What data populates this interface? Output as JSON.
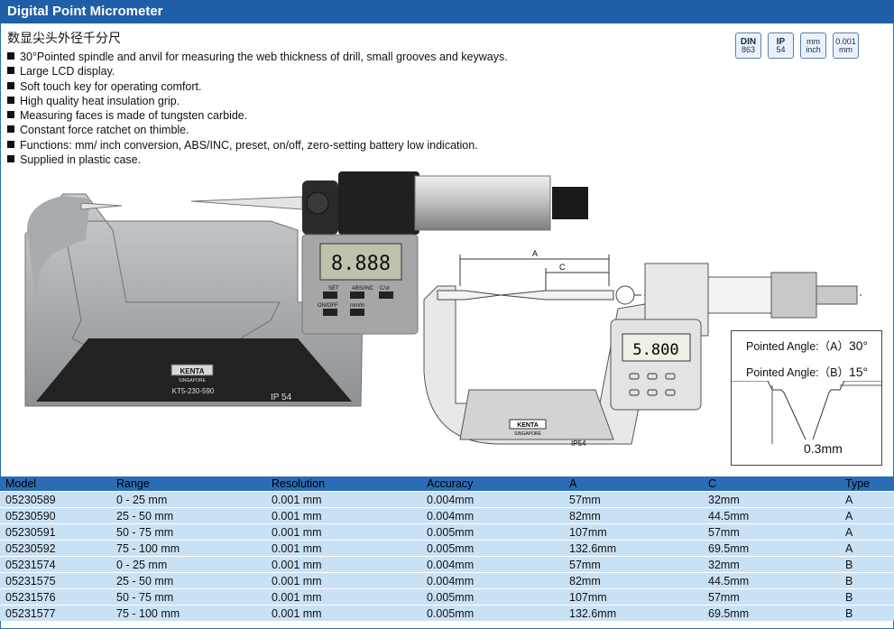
{
  "header": {
    "title": "Digital Point Micrometer",
    "subtitle_cn": "数显尖头外径千分尺"
  },
  "features": [
    "30°Pointed spindle and anvil for measuring the web thickness of drill, small grooves and keyways.",
    "Large LCD display.",
    "Soft touch key for operating comfort.",
    "High quality heat insulation grip.",
    "Measuring faces is made of tungsten carbide.",
    "Constant force ratchet on thimble.",
    "Functions: mm/ inch conversion, ABS/INC, preset, on/off, zero-setting battery low indication.",
    "Supplied in plastic case."
  ],
  "badges": [
    {
      "icon": "din-863-icon",
      "line1": "DIN",
      "line2": "863"
    },
    {
      "icon": "ip54-icon",
      "line1": "IP",
      "line2": "54"
    },
    {
      "icon": "mm-inch-icon",
      "line1": "mm",
      "line2": "inch"
    },
    {
      "icon": "resolution-icon",
      "line1": "0.001",
      "line2": "mm"
    }
  ],
  "photo": {
    "display": "8.888",
    "buttons": [
      "SET",
      "ABS/INC",
      "C/⊘",
      "ON/OFF",
      "mm/in"
    ],
    "brand": "KENTA",
    "brand_sub": "SINGAPORE",
    "model_label": "KT5-230-590",
    "ip_label": "IP 54"
  },
  "drawing": {
    "label_a": "A",
    "label_c": "C",
    "display": "5.800",
    "brand": "KENTA",
    "brand_sub": "SINGAPORE",
    "ip_label": "IP54"
  },
  "angles": {
    "a_text": "Pointed Angle:（A）",
    "a_value": "30°",
    "b_text": "Pointed Angle:（B）",
    "b_value": "15°",
    "gap": "0.3mm"
  },
  "table": {
    "headers": [
      "Model",
      "Range",
      "Resolution",
      "Accuracy",
      "A",
      "C",
      "Type"
    ],
    "rows": [
      [
        "05230589",
        "0 - 25 mm",
        "0.001 mm",
        "0.004mm",
        "57mm",
        "32mm",
        "A"
      ],
      [
        "05230590",
        "25 - 50 mm",
        "0.001 mm",
        "0.004mm",
        "82mm",
        "44.5mm",
        "A"
      ],
      [
        "05230591",
        "50 - 75 mm",
        "0.001 mm",
        "0.005mm",
        "107mm",
        "57mm",
        "A"
      ],
      [
        "05230592",
        "75 - 100 mm",
        "0.001 mm",
        "0.005mm",
        "132.6mm",
        "69.5mm",
        "A"
      ],
      [
        "05231574",
        "0 - 25 mm",
        "0.001 mm",
        "0.004mm",
        "57mm",
        "32mm",
        "B"
      ],
      [
        "05231575",
        "25 - 50 mm",
        "0.001 mm",
        "0.004mm",
        "82mm",
        "44.5mm",
        "B"
      ],
      [
        "05231576",
        "50 - 75 mm",
        "0.001 mm",
        "0.005mm",
        "107mm",
        "57mm",
        "B"
      ],
      [
        "05231577",
        "75 - 100 mm",
        "0.001 mm",
        "0.005mm",
        "132.6mm",
        "69.5mm",
        "B"
      ]
    ]
  }
}
